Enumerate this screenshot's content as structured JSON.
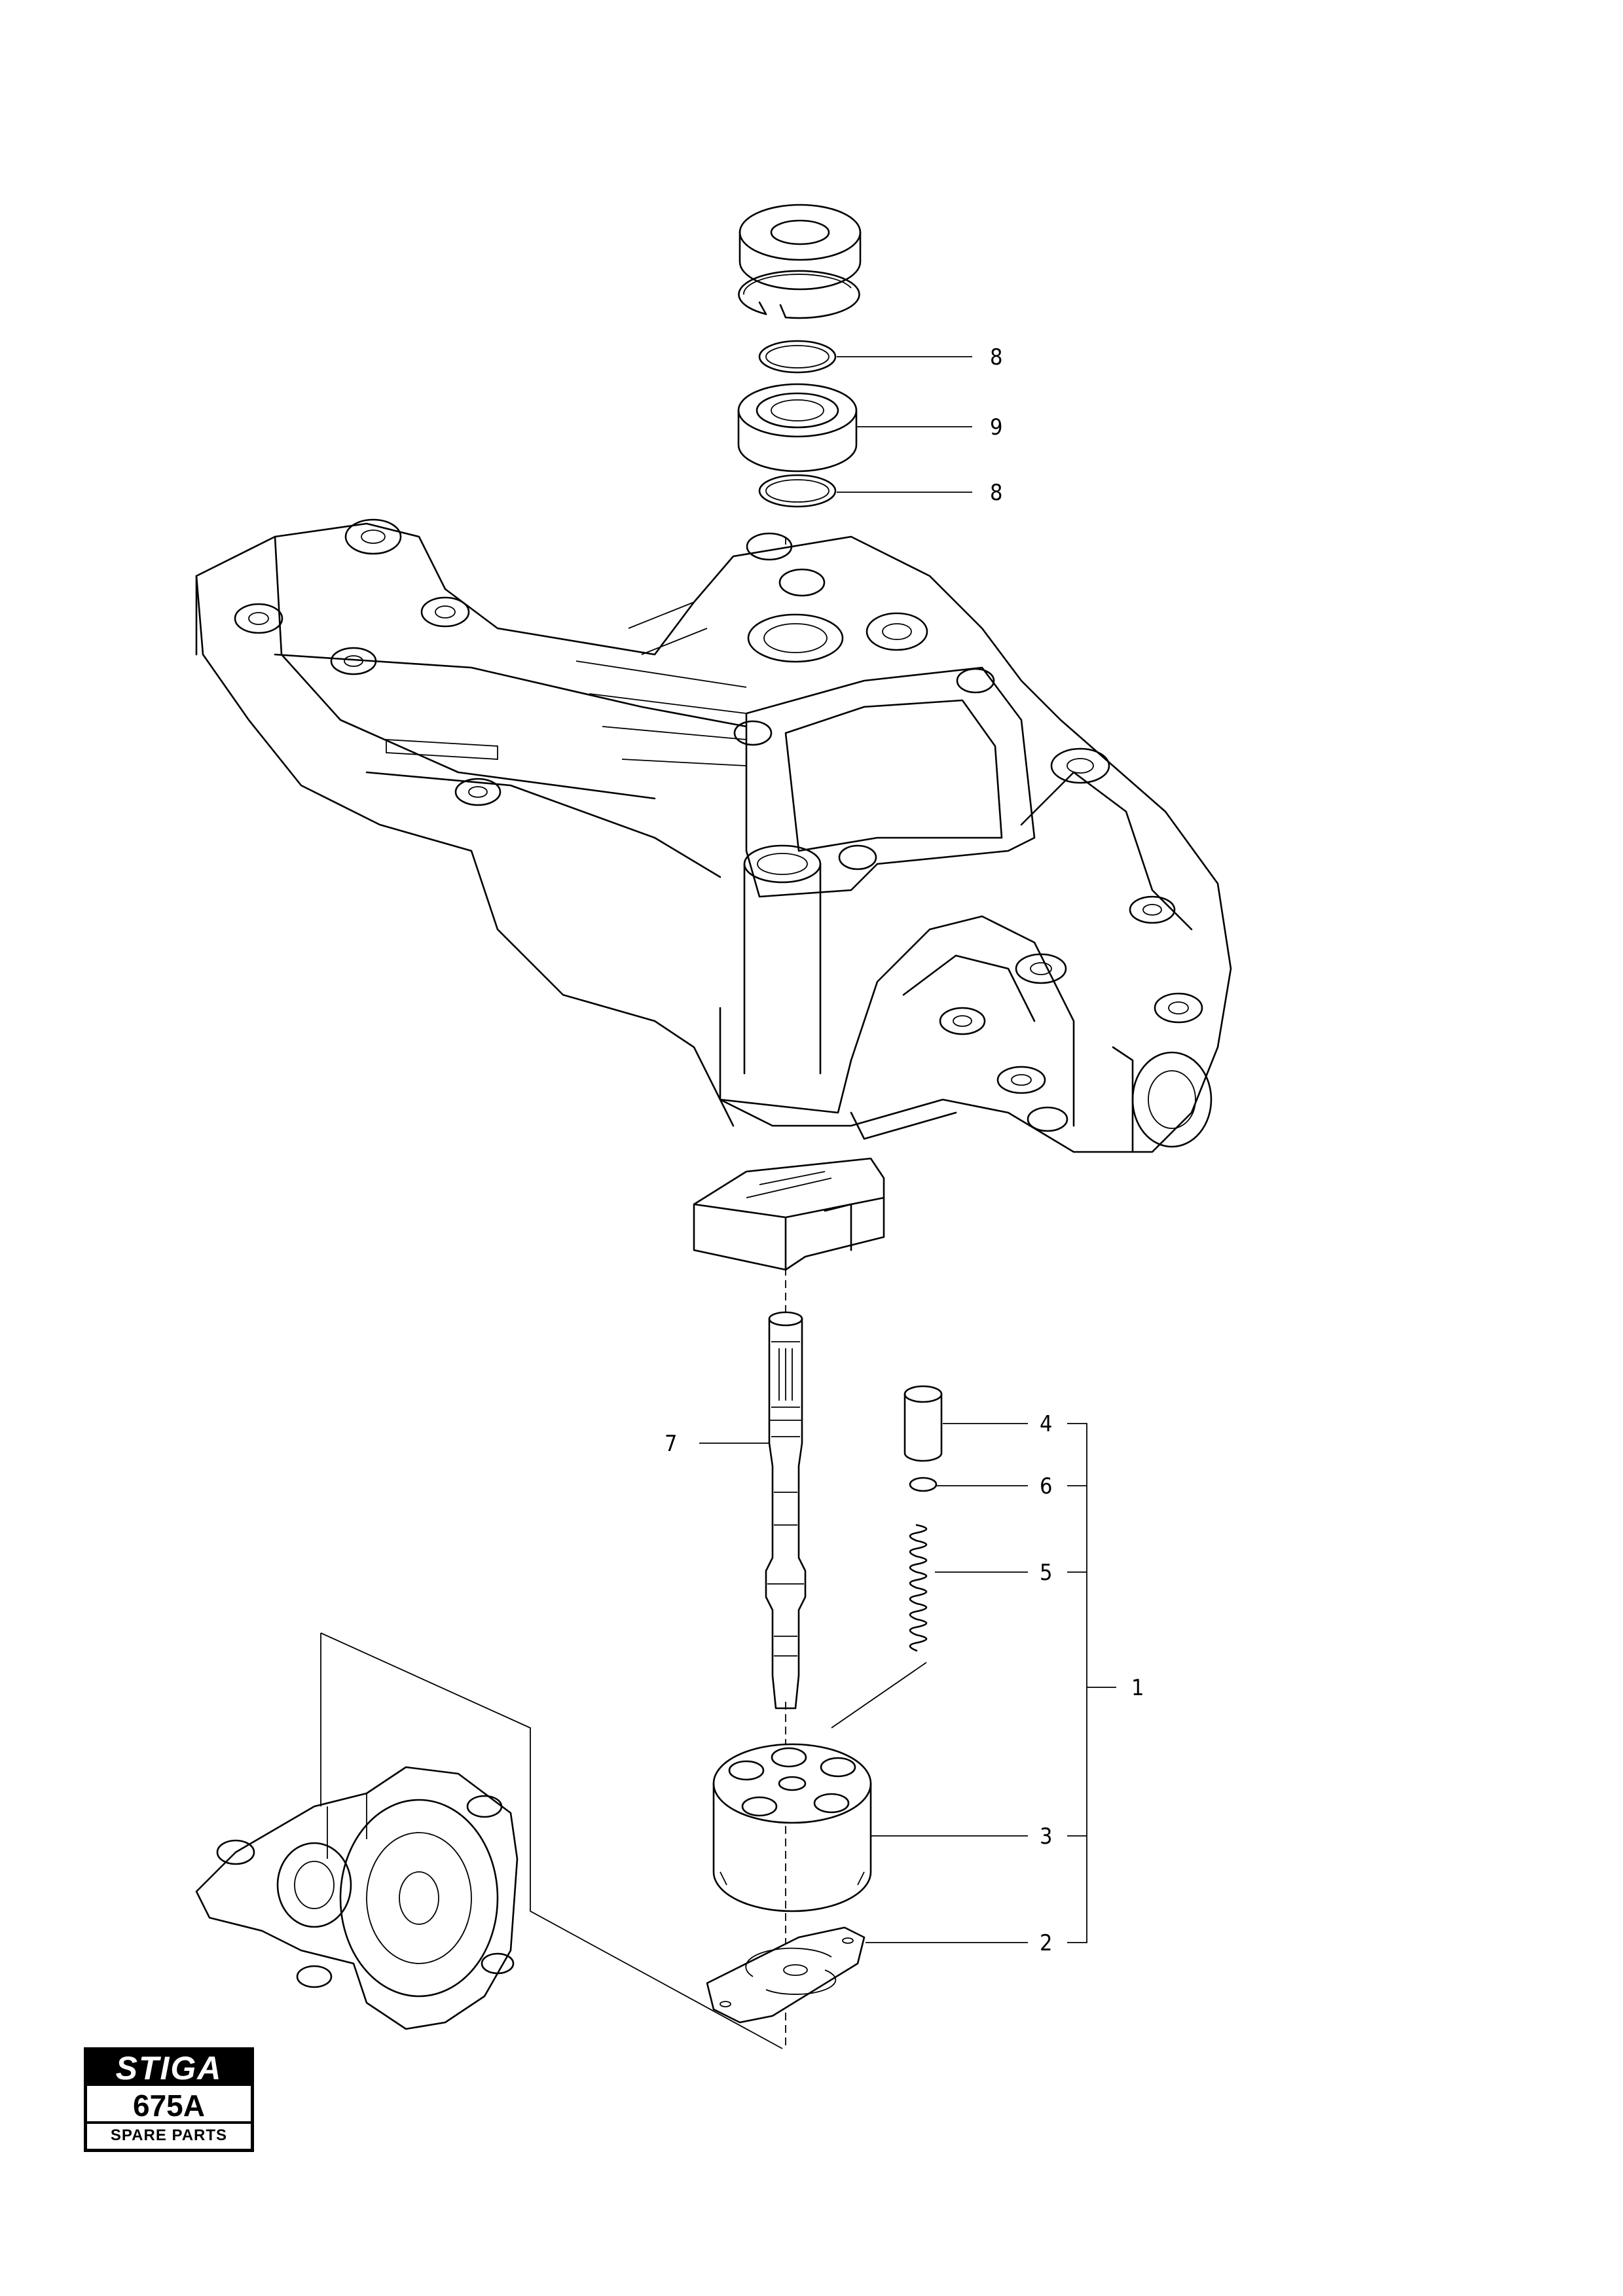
{
  "callouts": [
    {
      "id": "c8a",
      "label": "8"
    },
    {
      "id": "c9",
      "label": "9"
    },
    {
      "id": "c8b",
      "label": "8"
    },
    {
      "id": "c7",
      "label": "7"
    },
    {
      "id": "c4",
      "label": "4"
    },
    {
      "id": "c6",
      "label": "6"
    },
    {
      "id": "c5",
      "label": "5"
    },
    {
      "id": "c1",
      "label": "1"
    },
    {
      "id": "c3",
      "label": "3"
    },
    {
      "id": "c2",
      "label": "2"
    }
  ],
  "brand": {
    "logo": "STIGA",
    "model": "675A",
    "subtitle": "SPARE PARTS"
  }
}
